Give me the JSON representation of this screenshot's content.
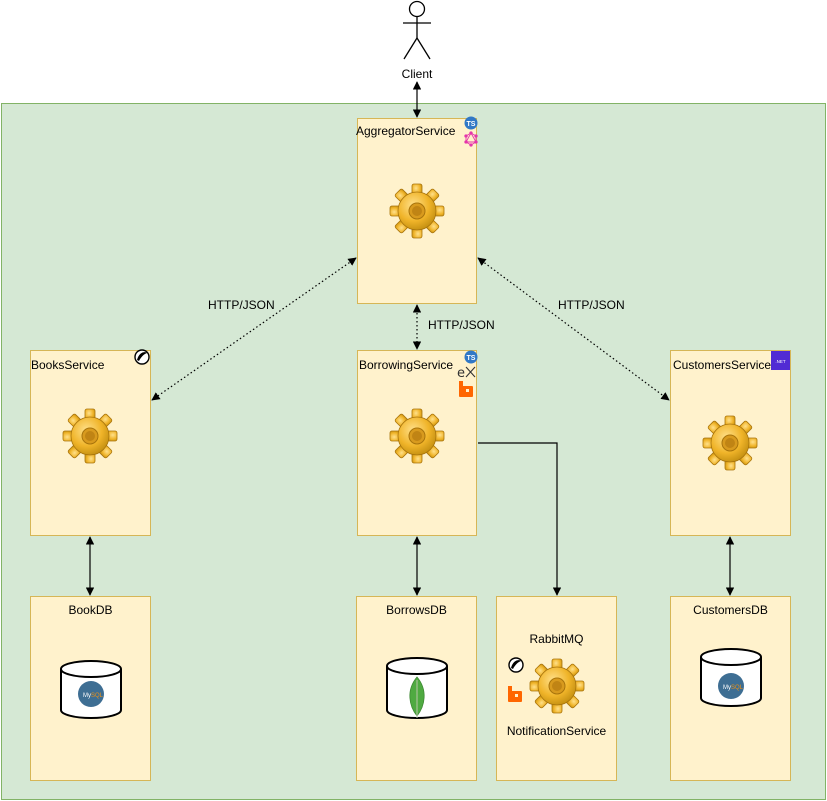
{
  "actor": {
    "label": "Client"
  },
  "services": {
    "aggregator": {
      "label": "AggregatorService",
      "badges": [
        "ts-icon",
        "graphql-icon"
      ]
    },
    "books": {
      "label": "BooksService",
      "badges": [
        "spring-icon"
      ]
    },
    "borrowing": {
      "label": "BorrowingService",
      "badges": [
        "ts-icon",
        "express-icon",
        "rabbitmq-icon"
      ]
    },
    "customers": {
      "label": "CustomersService",
      "badges": [
        "dotnet-icon"
      ]
    },
    "notification": {
      "label": "NotificationService",
      "top_label": "RabbitMQ",
      "badges": [
        "spring-icon",
        "rabbitmq-icon"
      ]
    }
  },
  "databases": {
    "book": {
      "label": "BookDB",
      "icon": "mysql-icon"
    },
    "borrows": {
      "label": "BorrowsDB",
      "icon": "mongodb-icon"
    },
    "customers": {
      "label": "CustomersDB",
      "icon": "mysql-icon"
    }
  },
  "edges": {
    "agg_books": "HTTP/JSON",
    "agg_borrowing": "HTTP/JSON",
    "agg_customers": "HTTP/JSON"
  },
  "colors": {
    "region_fill": "#d5e8d4",
    "region_stroke": "#82b366",
    "box_fill": "#fff2cc",
    "box_stroke": "#d6b656",
    "gear": "#f0b429"
  }
}
